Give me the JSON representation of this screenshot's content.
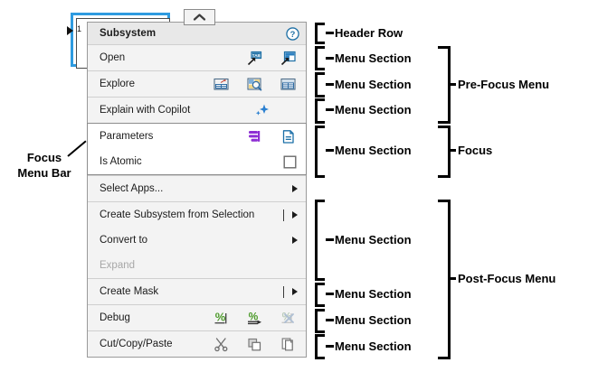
{
  "block": {
    "port_number": "1"
  },
  "menu": {
    "title": "Subsystem",
    "help_icon": "help-circle-icon",
    "collapse_icon": "chevron-up-icon",
    "sections": [
      {
        "id": "open",
        "rows": [
          {
            "label": "Open",
            "icons": [
              "open-in-new-tab-icon",
              "open-in-new-window-icon"
            ],
            "disabled": false,
            "submenu": false
          }
        ]
      },
      {
        "id": "explore",
        "rows": [
          {
            "label": "Explore",
            "icons": [
              "model-explorer-icon",
              "model-browser-icon",
              "block-data-icon"
            ],
            "disabled": false,
            "submenu": false
          }
        ]
      },
      {
        "id": "copilot",
        "rows": [
          {
            "label": "Explain with Copilot",
            "icons": [
              "copilot-sparkle-icon"
            ],
            "disabled": false,
            "submenu": false
          }
        ]
      },
      {
        "id": "focus",
        "focus": true,
        "rows": [
          {
            "label": "Parameters",
            "icons": [
              "block-parameters-icon",
              "properties-document-icon"
            ],
            "disabled": false,
            "submenu": false
          },
          {
            "label": "Is Atomic",
            "icons": [
              "unchecked-checkbox-icon"
            ],
            "disabled": false,
            "submenu": false
          }
        ]
      },
      {
        "id": "apps",
        "rows": [
          {
            "label": "Select Apps...",
            "icons": [],
            "disabled": false,
            "submenu": true,
            "submenu_bar": false
          }
        ]
      },
      {
        "id": "create-convert",
        "rows": [
          {
            "label": "Create Subsystem from Selection",
            "icons": [],
            "disabled": false,
            "submenu": true,
            "submenu_bar": true
          },
          {
            "label": "Convert to",
            "icons": [],
            "disabled": false,
            "submenu": true,
            "submenu_bar": false
          },
          {
            "label": "Expand",
            "icons": [],
            "disabled": true,
            "submenu": false,
            "submenu_bar": false
          }
        ]
      },
      {
        "id": "mask",
        "rows": [
          {
            "label": "Create Mask",
            "icons": [],
            "disabled": false,
            "submenu": true,
            "submenu_bar": true
          }
        ]
      },
      {
        "id": "debug",
        "rows": [
          {
            "label": "Debug",
            "icons": [
              "set-breakpoint-icon",
              "step-over-icon",
              "clear-breakpoints-icon-disabled"
            ],
            "disabled": false,
            "submenu": false
          }
        ]
      },
      {
        "id": "clipboard",
        "rows": [
          {
            "label": "Cut/Copy/Paste",
            "icons": [
              "cut-scissors-icon",
              "copy-icon",
              "paste-icon"
            ],
            "disabled": false,
            "submenu": false
          }
        ]
      }
    ]
  },
  "annotations": {
    "focus_menu_bar": "Focus\nMenu Bar",
    "focus_menu_bar_line1": "Focus",
    "focus_menu_bar_line2": "Menu Bar",
    "header_row": "Header Row",
    "menu_section": "Menu Section",
    "pre_focus_menu": "Pre-Focus Menu",
    "focus": "Focus",
    "post_focus_menu": "Post-Focus Menu",
    "inner_labels": [
      "Header Row",
      "Menu Section",
      "Menu Section",
      "Menu Section",
      "Menu Section",
      "Menu Section",
      "Menu Section",
      "Menu Section",
      "Menu Section"
    ],
    "outer_labels": [
      "Pre-Focus Menu",
      "Focus",
      "Post-Focus Menu"
    ]
  },
  "colors": {
    "block_selection": "#2E9BE0",
    "menu_background": "#F3F3F3",
    "header_background": "#E8E8E8",
    "focus_background": "#FFFFFF",
    "copilot_accent": "#1F7BD4",
    "parameters_accent": "#9B30D9",
    "document_accent": "#1B6FA8",
    "debug_accent": "#4C9A2A",
    "annotation": "#000000"
  }
}
